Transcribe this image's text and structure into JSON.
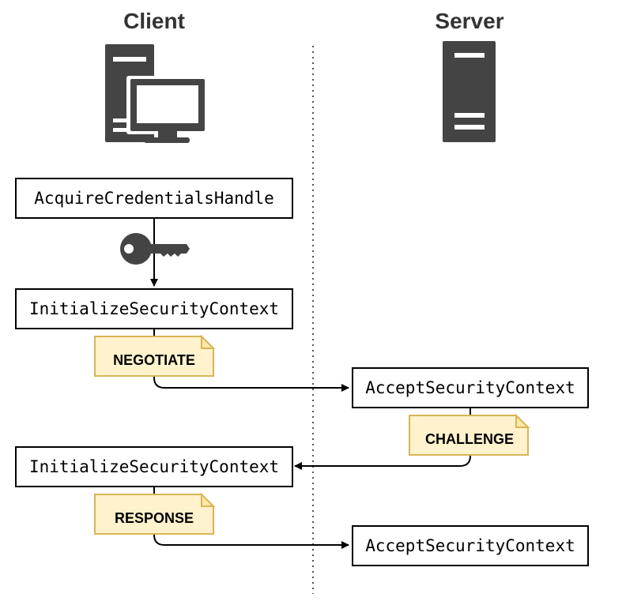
{
  "columns": {
    "client_label": "Client",
    "server_label": "Server"
  },
  "boxes": {
    "acquire": "AcquireCredentialsHandle",
    "init1": "InitializeSecurityContext",
    "accept1": "AcceptSecurityContext",
    "init2": "InitializeSecurityContext",
    "accept2": "AcceptSecurityContext"
  },
  "notes": {
    "negotiate": "NEGOTIATE",
    "challenge": "CHALLENGE",
    "response": "RESPONSE"
  },
  "icons": {
    "client": "desktop-computer-icon",
    "server": "server-tower-icon",
    "key": "key-icon"
  },
  "colors": {
    "icon": "#444444",
    "note_fill": "#fff2cc",
    "note_border": "#d6b656",
    "box_border": "#000000"
  }
}
